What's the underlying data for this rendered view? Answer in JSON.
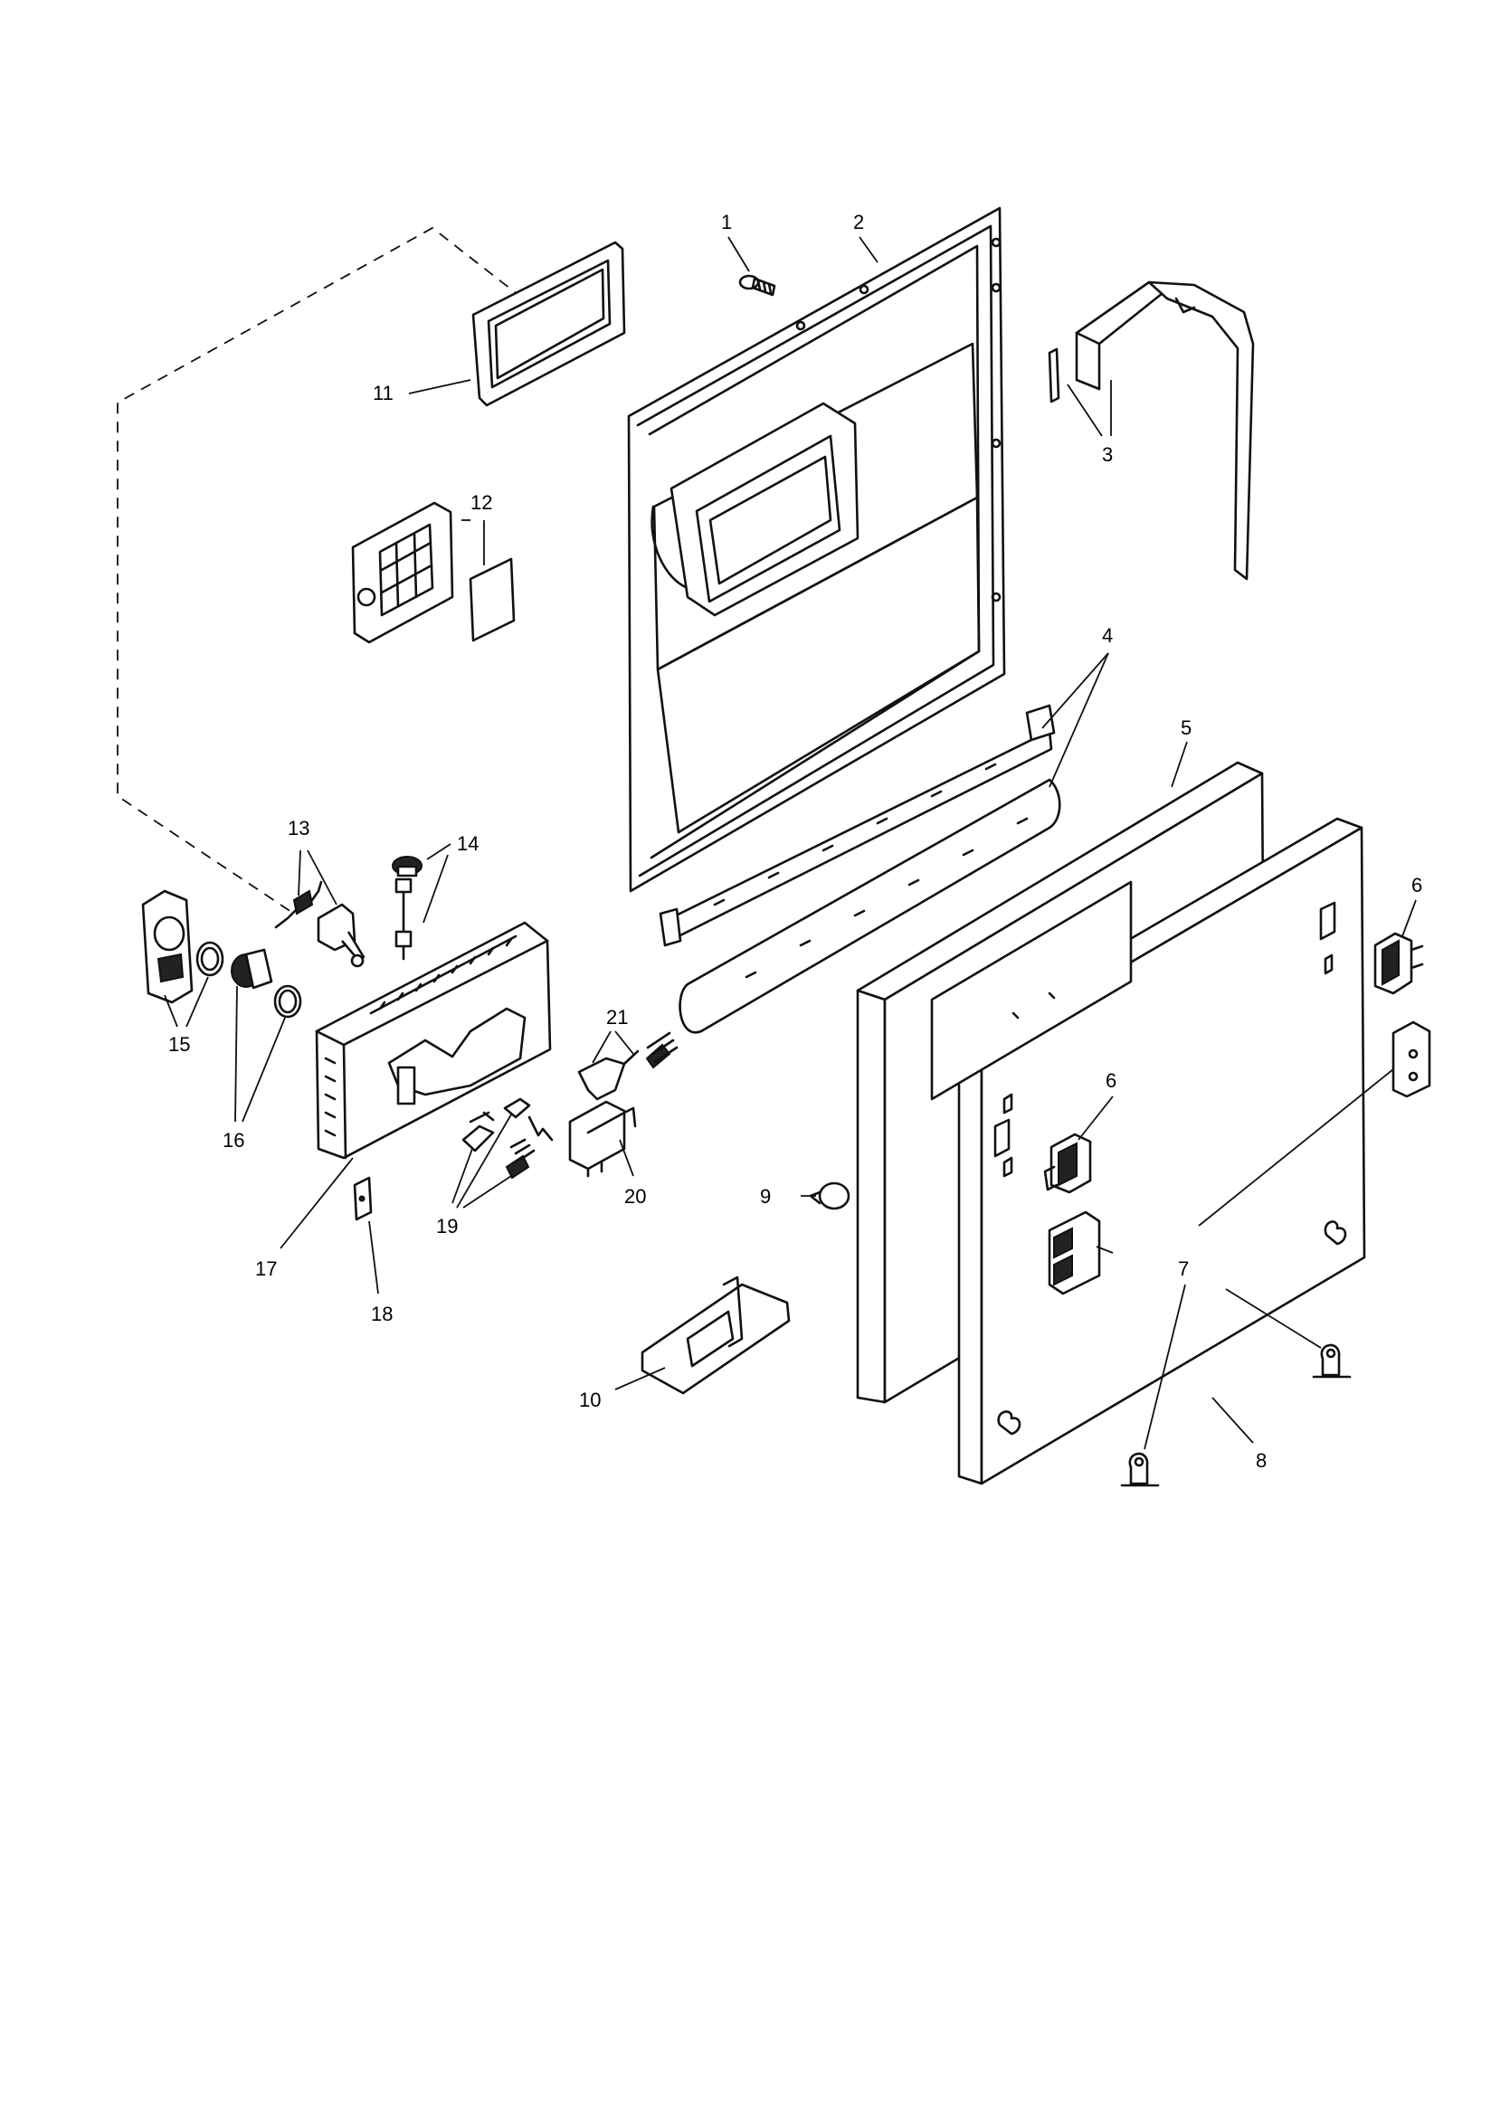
{
  "diagram": {
    "callouts": [
      {
        "id": "1",
        "label": "1"
      },
      {
        "id": "2",
        "label": "2"
      },
      {
        "id": "3",
        "label": "3"
      },
      {
        "id": "4",
        "label": "4"
      },
      {
        "id": "5",
        "label": "5"
      },
      {
        "id": "6a",
        "label": "6"
      },
      {
        "id": "6b",
        "label": "6"
      },
      {
        "id": "7",
        "label": "7"
      },
      {
        "id": "8",
        "label": "8"
      },
      {
        "id": "9",
        "label": "9"
      },
      {
        "id": "10",
        "label": "10"
      },
      {
        "id": "11",
        "label": "11"
      },
      {
        "id": "12",
        "label": "12"
      },
      {
        "id": "13",
        "label": "13"
      },
      {
        "id": "14",
        "label": "14"
      },
      {
        "id": "15",
        "label": "15"
      },
      {
        "id": "16",
        "label": "16"
      },
      {
        "id": "17",
        "label": "17"
      },
      {
        "id": "18",
        "label": "18"
      },
      {
        "id": "19",
        "label": "19"
      },
      {
        "id": "20",
        "label": "20"
      },
      {
        "id": "21",
        "label": "21"
      }
    ]
  }
}
